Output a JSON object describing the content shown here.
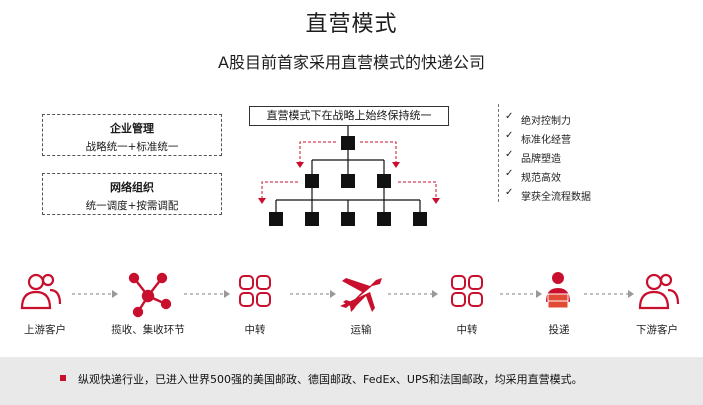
{
  "title": "直营模式",
  "subtitle": "A股目前首家采用直营模式的快递公司",
  "left_boxes": [
    {
      "heading": "企业管理",
      "sub": "战略统一+标准统一"
    },
    {
      "heading": "网络组织",
      "sub": "统一调度+按需调配"
    }
  ],
  "org_chart_title": "直营模式下在战略上始终保持统一",
  "benefits": [
    "绝对控制力",
    "标准化经营",
    "品牌塑造",
    "规范高效",
    "掌获全流程数据"
  ],
  "flow_steps": [
    {
      "label": "上游客户",
      "icon": "people-icon"
    },
    {
      "label": "揽收、集收环节",
      "icon": "network-node-icon"
    },
    {
      "label": "中转",
      "icon": "hub-grid-icon"
    },
    {
      "label": "运输",
      "icon": "airplane-icon"
    },
    {
      "label": "中转",
      "icon": "hub-grid-icon"
    },
    {
      "label": "投递",
      "icon": "courier-icon"
    },
    {
      "label": "下游客户",
      "icon": "people-icon"
    }
  ],
  "footer": "纵观快递行业，已进入世界500强的美国邮政、德国邮政、FedEx、UPS和法国邮政，均采用直营模式。",
  "colors": {
    "accent": "#c8102e",
    "dark": "#111111",
    "footer_bg": "#e9e9e9"
  }
}
